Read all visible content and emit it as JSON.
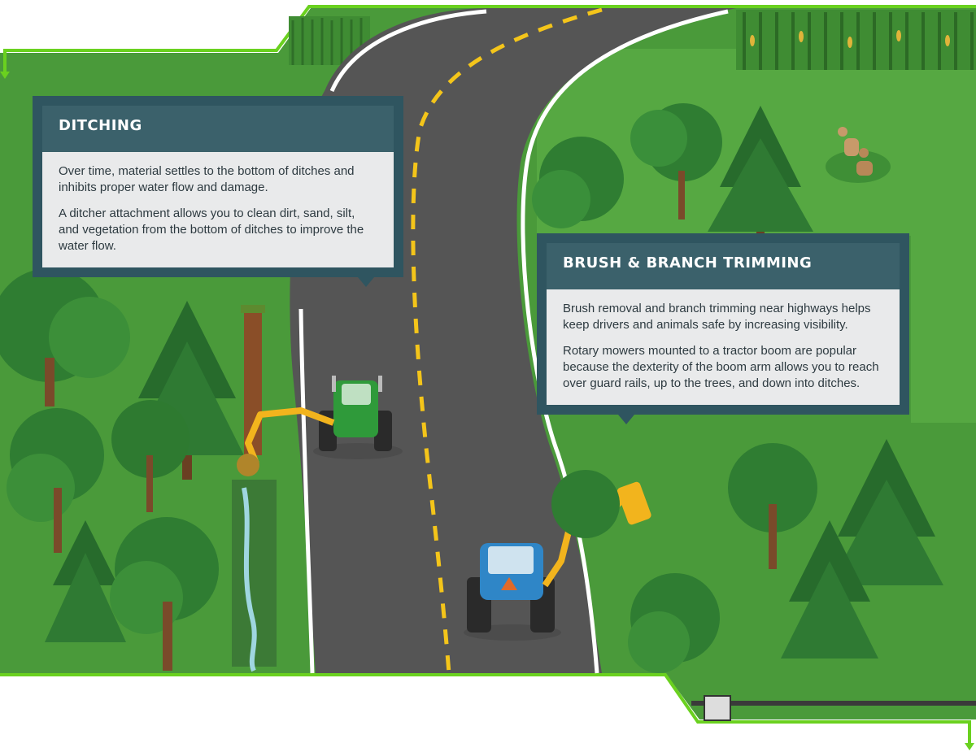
{
  "cards": {
    "ditching": {
      "title": "DITCHING",
      "paragraphs": [
        "Over time, material settles to the bottom of ditches and inhibits proper water flow and damage.",
        "A ditcher attachment allows you to clean dirt, sand, silt, and vegetation from the bottom of ditches to improve the water flow."
      ]
    },
    "brush": {
      "title": "BRUSH & BRANCH TRIMMING",
      "paragraphs": [
        "Brush removal and branch trimming near highways helps keep drivers and animals safe by increasing visibility.",
        "Rotary mowers mounted to a tractor boom are popular because the dexterity of the boom arm allows you to reach over guard rails, up to the trees, and down into ditches."
      ]
    }
  },
  "colors": {
    "grass": "#4a9a3a",
    "grass_light": "#5db048",
    "road": "#555555",
    "frame": "#6ad11f",
    "card_frame": "#2f5560",
    "card_body": "#e9eaeb",
    "lane_line": "#f4c51a",
    "tractor_green": "#2f9a3a",
    "tractor_blue": "#2f86c7",
    "boom_yellow": "#f2b41d"
  },
  "illustration": {
    "icons": [
      "road",
      "green-tractor",
      "blue-tractor",
      "ditcher-attachment",
      "rotary-mower-boom",
      "deer",
      "corn-field",
      "pine-tree",
      "deciduous-tree",
      "ditch-water"
    ]
  }
}
